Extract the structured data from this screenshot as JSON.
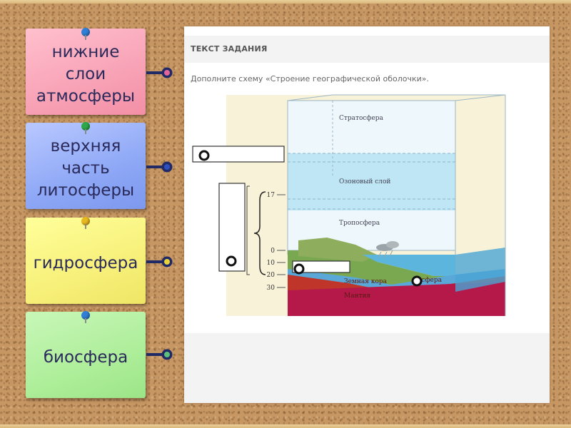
{
  "notes": [
    {
      "label": "нижние\nслои\nатмосферы",
      "pin_color": "#2f7fd6"
    },
    {
      "label": "верхняя\nчасть\nлитосферы",
      "pin_color": "#2ea84a"
    },
    {
      "label": "гидросфера",
      "pin_color": "#e8b820"
    },
    {
      "label": "биосфера",
      "pin_color": "#2f7fd6"
    }
  ],
  "connector_dot_colors": [
    "#e2669a",
    "#2f4ec0",
    "#e8d43a",
    "#5cc07a"
  ],
  "task": {
    "header": "ТЕКСТ ЗАДАНИЯ",
    "text": "Дополните схему «Строение географической оболочки»."
  },
  "diagram": {
    "layers": {
      "stratosphere": "Стратосфера",
      "ozone": "Озоновый слой",
      "troposphere": "Тропосфера",
      "crust": "Земная кора",
      "mantle": "Мантия",
      "ocean_label_fragment": "осфера"
    },
    "depth_scale": [
      "17",
      "0",
      "10",
      "20",
      "30"
    ]
  },
  "colors": {
    "board": "#c79763",
    "navy": "#1f2a66",
    "sky": "#bfe6f5",
    "ocean": "#5bb5dd",
    "crust": "#c0352a",
    "mantle": "#b4194a"
  }
}
